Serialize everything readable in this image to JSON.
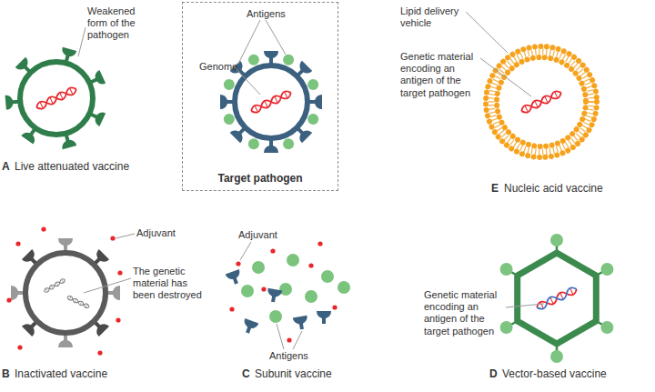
{
  "diagram": {
    "nodes": [
      {
        "text": [
          "Antigens",
          "Genome",
          "Target pathogen"
        ]
      }
    ],
    "labels": [
      "Weakened form of the pathogen",
      "A",
      "Live attenuated vaccine",
      "Lipid delivery vehicle",
      "Genetic material encoding an antigen of the target pathogen",
      "E",
      "Nucleic acid vaccine",
      "Adjuvant",
      "The genetic material has been destroyed",
      "B",
      "Inactivated vaccine",
      "Adjuvant",
      "Antigens",
      "C",
      "Subunit vaccine",
      "Genetic material encoding an antigen of the target pathogen",
      "D",
      "Vector-based vaccine"
    ]
  }
}
